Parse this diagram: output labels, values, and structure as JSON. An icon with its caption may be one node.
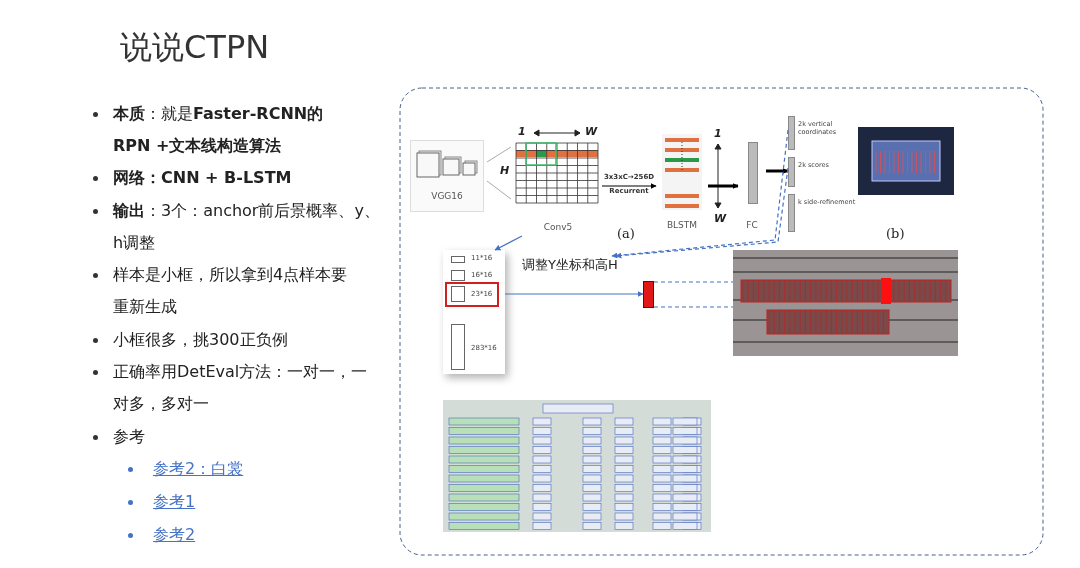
{
  "diagram": {
    "title": "说说CTPN",
    "nodes": [
      {
        "text": [
          "VGG16"
        ]
      },
      {
        "text": [
          "Conv5"
        ],
        "beside": [
          "1",
          "W",
          "H"
        ]
      },
      {
        "text": [
          "BLSTM"
        ],
        "beside": [
          "1",
          "W"
        ]
      },
      {
        "text": [
          "FC"
        ]
      },
      {
        "text": [
          "2k vertical coordinates"
        ]
      },
      {
        "text": [
          "2k scores"
        ]
      },
      {
        "text": [
          "k side-refinement"
        ]
      },
      {
        "text": [],
        "shape": "picture"
      },
      {
        "text": [
          "11*16",
          "16*16",
          "23*16",
          "283*16"
        ]
      },
      {
        "text": [],
        "shape": "bar"
      },
      {
        "text": [],
        "shape": "picture"
      },
      {
        "text": [],
        "shape": "picture"
      },
      {
        "text": [
          "调整Y坐标和高H"
        ]
      }
    ],
    "edges": [
      {
        "from": 1,
        "to": 2,
        "arrow": "to",
        "label": "3x3xC→256D Recurrent",
        "color": "#000000"
      },
      {
        "from": 2,
        "to": 3,
        "arrow": "to",
        "style": "thick",
        "color": "#000000"
      },
      {
        "from": 3,
        "to": 5,
        "arrow": "to",
        "style": "thick",
        "color": "#000000"
      },
      {
        "from": 1,
        "to": 8,
        "arrow": "to"
      },
      {
        "from": 4,
        "to": 12,
        "arrow": "to",
        "style": "dashed"
      },
      {
        "from": 5,
        "to": 12,
        "arrow": "to",
        "style": "dashed"
      },
      {
        "from": 8,
        "to": 9,
        "arrow": "to"
      },
      {
        "from": 9,
        "to": 10,
        "arrow": "none",
        "style": "dashed"
      },
      {
        "from": 9,
        "to": 10,
        "arrow": "none",
        "style": "dashed"
      }
    ],
    "labels": [
      "**本质**：就是**Faster-RCNN的RPN +文本线构造算法**",
      "网络：CNN + B-LSTM",
      "**输出**：3个：anchor前后景概率、y、h调整",
      "样本是小框，所以拿到4点样本要重新生成",
      "小框很多，挑300正负例",
      "正确率用DetEval方法：一对一，一对多，多对一",
      "参考",
      "参考2：白裳",
      "参考1",
      "参考2",
      "(a)",
      "(b)"
    ]
  }
}
